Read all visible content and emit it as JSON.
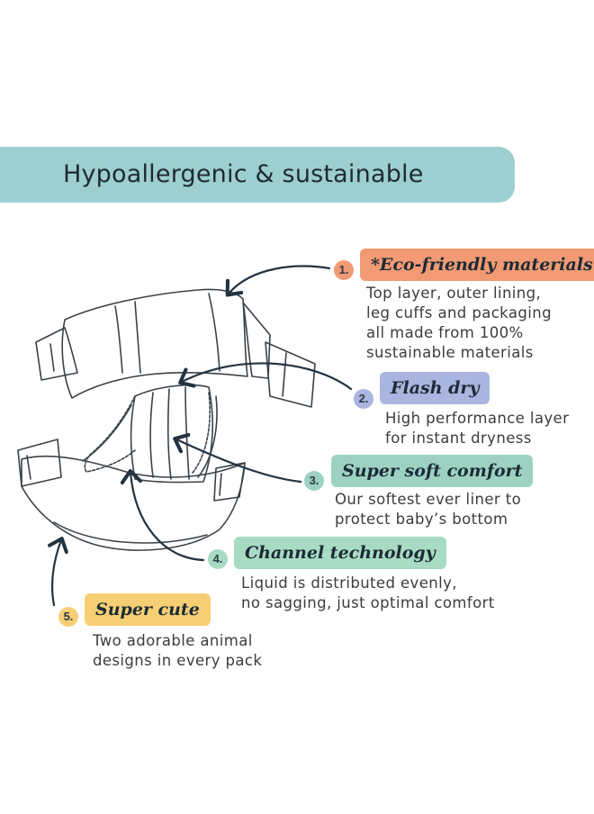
{
  "banner": {
    "title": "Hypoallergenic & sustainable",
    "color": "#9dcfd0"
  },
  "diagram": {
    "subject_icon": "diaper-line-drawing-icon",
    "line_color": "#3b4248",
    "arrow_color": "#233340"
  },
  "features": [
    {
      "number": "1.",
      "label": "*Eco-friendly materials",
      "color": "#f19a74",
      "description": [
        "Top layer, outer lining,",
        "leg cuffs and packaging",
        "all made from 100%",
        "sustainable materials"
      ]
    },
    {
      "number": "2.",
      "label": "Flash dry",
      "color": "#aab5e0",
      "description": [
        "High performance layer",
        "for instant dryness"
      ]
    },
    {
      "number": "3.",
      "label": "Super soft comfort",
      "color": "#9dd2c2",
      "description": [
        "Our softest ever liner to",
        "protect baby’s bottom"
      ]
    },
    {
      "number": "4.",
      "label": "Channel technology",
      "color": "#a8dbc3",
      "description": [
        "Liquid is distributed evenly,",
        "no sagging, just optimal comfort"
      ]
    },
    {
      "number": "5.",
      "label": "Super cute",
      "color": "#f6cf74",
      "description": [
        "Two adorable animal",
        "designs in every pack"
      ]
    }
  ]
}
